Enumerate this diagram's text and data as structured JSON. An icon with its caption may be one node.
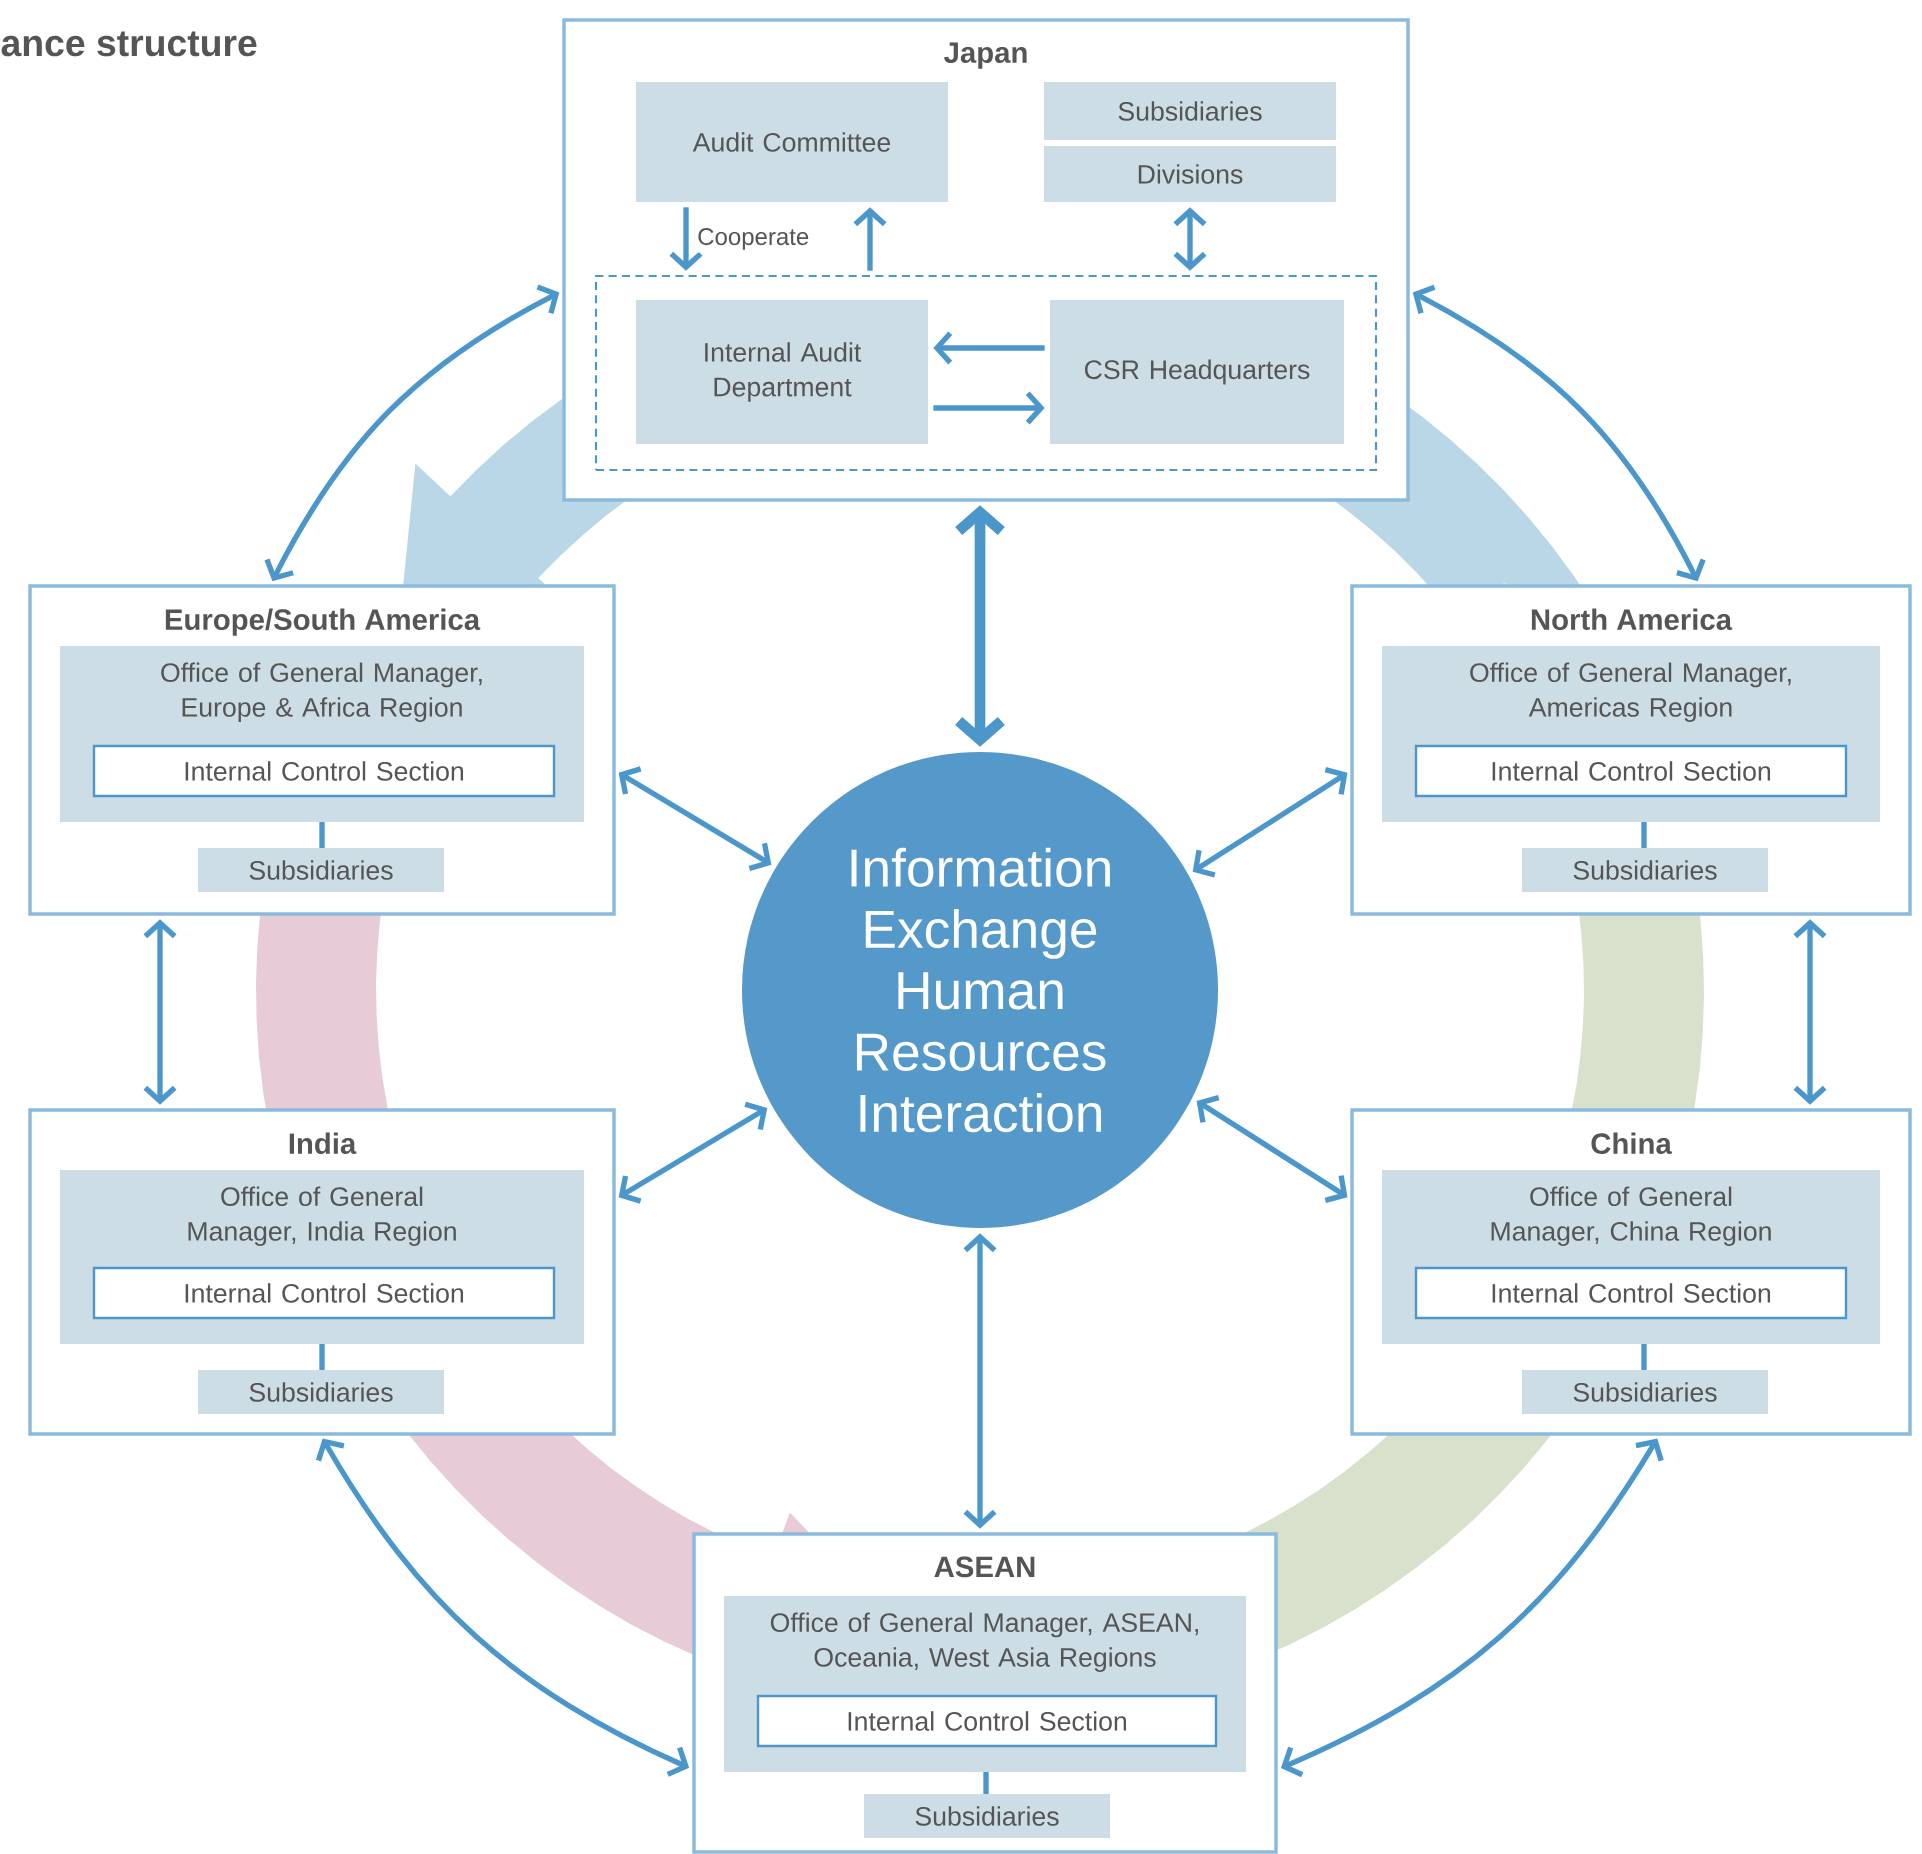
{
  "diagram": {
    "title": "ance structure",
    "nodes": [
      {
        "text": [
          "Japan"
        ]
      },
      {
        "text": [
          "Audit Committee"
        ],
        "in": 0
      },
      {
        "text": [
          "Subsidiaries"
        ],
        "in": 0
      },
      {
        "text": [
          "Divisions"
        ],
        "in": 0
      },
      {
        "text": [],
        "shape": "box",
        "in": 0
      },
      {
        "text": [
          "Internal Audit Department"
        ],
        "in": 4
      },
      {
        "text": [
          "CSR Headquarters"
        ],
        "in": 4
      },
      {
        "text": [
          "Europe/South America"
        ]
      },
      {
        "text": [
          "Office of General Manager, Europe & Africa Region"
        ],
        "in": 7
      },
      {
        "text": [
          "Internal Control Section"
        ],
        "in": 8
      },
      {
        "text": [
          "Subsidiaries"
        ],
        "in": 7
      },
      {
        "text": [
          "North America"
        ]
      },
      {
        "text": [
          "Office of General Manager, Americas Region"
        ],
        "in": 11
      },
      {
        "text": [
          "Internal Control Section"
        ],
        "in": 12
      },
      {
        "text": [
          "Subsidiaries"
        ],
        "in": 11
      },
      {
        "text": [
          "India"
        ]
      },
      {
        "text": [
          "Office of General Manager, India Region"
        ],
        "in": 15
      },
      {
        "text": [
          "Internal Control Section"
        ],
        "in": 16
      },
      {
        "text": [
          "Subsidiaries"
        ],
        "in": 15
      },
      {
        "text": [
          "China"
        ]
      },
      {
        "text": [
          "Office of General Manager, China Region"
        ],
        "in": 19
      },
      {
        "text": [
          "Internal Control Section"
        ],
        "in": 20
      },
      {
        "text": [
          "Subsidiaries"
        ],
        "in": 19
      },
      {
        "text": [
          "ASEAN"
        ]
      },
      {
        "text": [
          "Office of General Manager, ASEAN, Oceania, West Asia Regions"
        ],
        "in": 23
      },
      {
        "text": [
          "Internal Control Section"
        ],
        "in": 24
      },
      {
        "text": [
          "Subsidiaries"
        ],
        "in": 23
      },
      {
        "text": [
          "Information Exchange Human Resources Interaction"
        ]
      }
    ],
    "edges": [
      {
        "from": 1,
        "to": 4,
        "arrow": "to",
        "label": "Cooperate"
      },
      {
        "from": 4,
        "to": 1,
        "arrow": "to"
      },
      {
        "from": 3,
        "to": 4,
        "arrow": "both"
      },
      {
        "from": 6,
        "to": 5,
        "arrow": "to"
      },
      {
        "from": 5,
        "to": 6,
        "arrow": "to"
      },
      {
        "from": 8,
        "to": 10,
        "arrow": "none"
      },
      {
        "from": 12,
        "to": 14,
        "arrow": "none"
      },
      {
        "from": 16,
        "to": 18,
        "arrow": "none"
      },
      {
        "from": 20,
        "to": 22,
        "arrow": "none"
      },
      {
        "from": 24,
        "to": 26,
        "arrow": "none"
      },
      {
        "from": 0,
        "to": 27,
        "arrow": "both",
        "style": "thick"
      },
      {
        "from": 7,
        "to": 27,
        "arrow": "both"
      },
      {
        "from": 11,
        "to": 27,
        "arrow": "both"
      },
      {
        "from": 15,
        "to": 27,
        "arrow": "both"
      },
      {
        "from": 19,
        "to": 27,
        "arrow": "both"
      },
      {
        "from": 23,
        "to": 27,
        "arrow": "both"
      },
      {
        "from": 0,
        "to": 7,
        "arrow": "both"
      },
      {
        "from": 0,
        "to": 11,
        "arrow": "both"
      },
      {
        "from": 7,
        "to": 15,
        "arrow": "both"
      },
      {
        "from": 11,
        "to": 19,
        "arrow": "both"
      },
      {
        "from": 15,
        "to": 23,
        "arrow": "both"
      },
      {
        "from": 19,
        "to": 23,
        "arrow": "both"
      }
    ]
  }
}
